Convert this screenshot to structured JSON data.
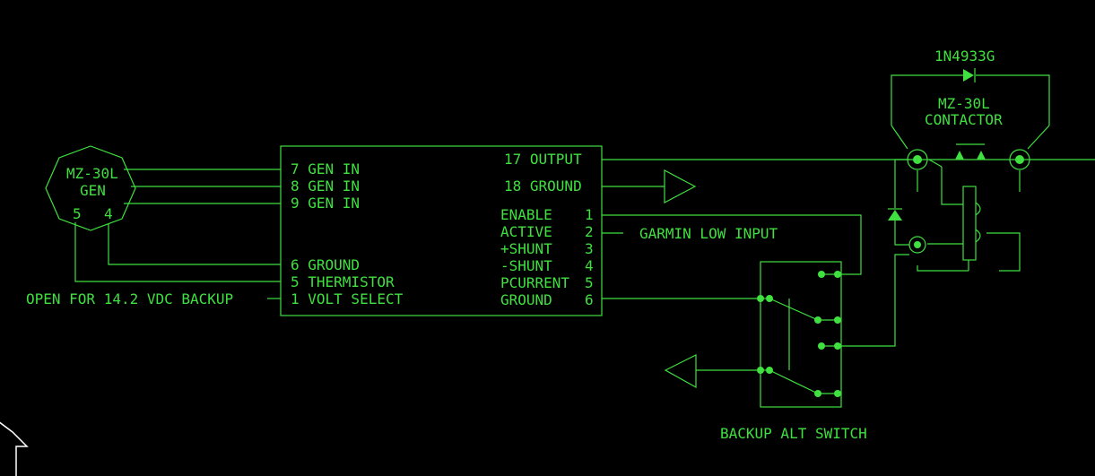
{
  "diagram": {
    "gen": {
      "line1": "MZ-30L",
      "line2": "GEN",
      "pin5": "5",
      "pin4": "4"
    },
    "regulator": {
      "left_pins": [
        "7 GEN IN",
        "8 GEN IN",
        "9 GEN IN",
        "6 GROUND",
        "5 THERMISTOR",
        "1 VOLT SELECT"
      ],
      "right_top": [
        "17 OUTPUT",
        "18 GROUND"
      ],
      "right_names": [
        "ENABLE",
        "ACTIVE",
        "+SHUNT",
        "-SHUNT",
        "PCURRENT",
        "GROUND"
      ],
      "right_nums": [
        "1",
        "2",
        "3",
        "4",
        "5",
        "6"
      ]
    },
    "open_note": "OPEN FOR 14.2 VDC BACKUP",
    "garmin": "GARMIN LOW INPUT",
    "diode_label": "1N4933G",
    "contactor": {
      "line1": "MZ-30L",
      "line2": "CONTACTOR"
    },
    "switch_label": "BACKUP ALT SWITCH",
    "color": "#3fe03f"
  }
}
